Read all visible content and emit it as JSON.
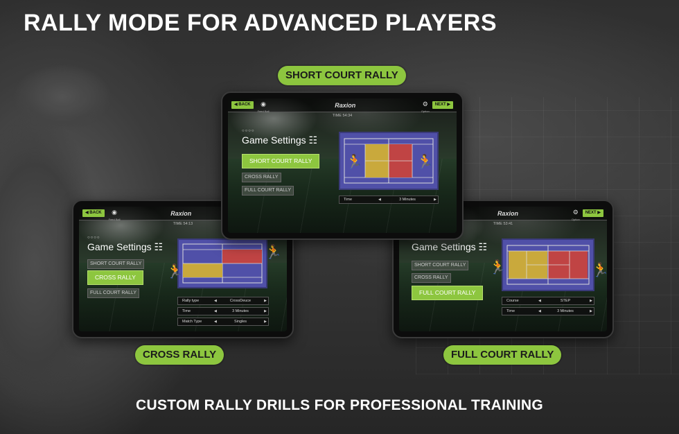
{
  "headline": "RALLY MODE FOR ADVANCED PLAYERS",
  "footline": "CUSTOM RALLY DRILLS FOR PROFESSIONAL TRAINING",
  "labels": {
    "short": "SHORT COURT RALLY",
    "cross": "CROSS RALLY",
    "full": "FULL COURT RALLY"
  },
  "colors": {
    "accent": "#8dc63f",
    "court_blue": "#5050a8",
    "zone_yellow": "#c9a93c",
    "zone_red": "#c04444"
  },
  "app": {
    "back": "BACK",
    "next": "NEXT",
    "brand": "Raxion",
    "feed_ball": "Feed Ball",
    "option": "Option",
    "dots": "○○○○",
    "settings_title": "Game Settings"
  },
  "tablet_center": {
    "time": "TIME 54:34",
    "menu": [
      "SHORT COURT RALLY",
      "CROSS RALLY",
      "FULL COURT RALLY"
    ],
    "active_index": 0,
    "settings": [
      {
        "label": "Time",
        "value": "3 Minutes"
      }
    ]
  },
  "tablet_left": {
    "time": "TIME 54:13",
    "menu": [
      "SHORT COURT RALLY",
      "CROSS RALLY",
      "FULL COURT RALLY"
    ],
    "active_index": 1,
    "settings": [
      {
        "label": "Rally type",
        "value": "CrossDeuce"
      },
      {
        "label": "Time",
        "value": "3 Minutes"
      },
      {
        "label": "Match Type",
        "value": "Singles"
      }
    ]
  },
  "tablet_right": {
    "time": "TIME 53:41",
    "menu": [
      "SHORT COURT RALLY",
      "CROSS RALLY",
      "FULL COURT RALLY"
    ],
    "active_index": 2,
    "settings": [
      {
        "label": "Course",
        "value": "STEP"
      },
      {
        "label": "Time",
        "value": "3 Minutes"
      }
    ]
  }
}
